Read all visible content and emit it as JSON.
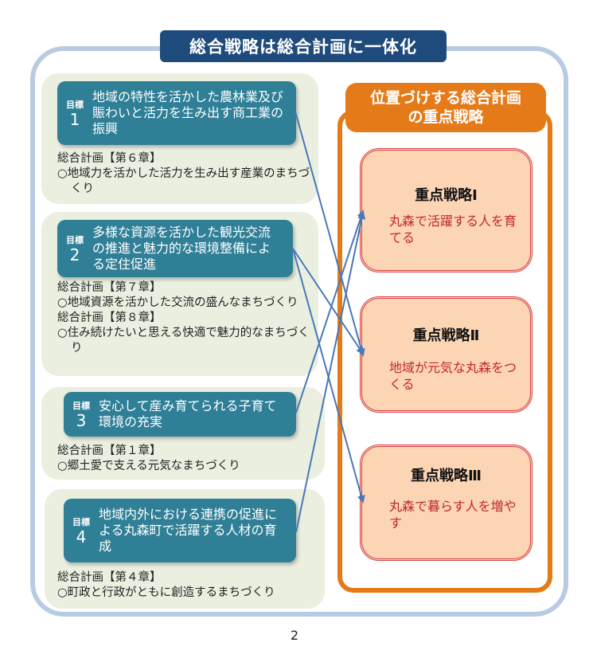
{
  "title": "総合戦略は総合計画に一体化",
  "goals": [
    {
      "label": "目標",
      "number": "1",
      "text": "地域の特性を活かした農林業及び賑わいと活力を生み出す商工業の振興",
      "plans": [
        {
          "heading": "総合計画【第６章】",
          "item": "○地域力を活かした活力を生み出す産業のまちづくり"
        }
      ],
      "links_to": [
        "Ⅱ"
      ]
    },
    {
      "label": "目標",
      "number": "2",
      "text": "多様な資源を活かした観光交流の推進と魅力的な環境整備による定住促進",
      "plans": [
        {
          "heading": "総合計画【第７章】",
          "item": "○地域資源を活かした交流の盛んなまちづくり"
        },
        {
          "heading": "総合計画【第８章】",
          "item": "○住み続けたいと思える快適で魅力的なまちづくり"
        }
      ],
      "links_to": [
        "Ⅱ",
        "Ⅲ"
      ]
    },
    {
      "label": "目標",
      "number": "3",
      "text": "安心して産み育てられる子育て環境の充実",
      "plans": [
        {
          "heading": "総合計画【第１章】",
          "item": "○郷土愛で支える元気なまちづくり"
        }
      ],
      "links_to": [
        "Ⅰ"
      ]
    },
    {
      "label": "目標",
      "number": "4",
      "text": "地域内外における連携の促進による丸森町で活躍する人材の育成",
      "plans": [
        {
          "heading": "総合計画【第４章】",
          "item": "○町政と行政がともに創造するまちづくり"
        }
      ],
      "links_to": [
        "Ⅰ"
      ]
    }
  ],
  "strategy_panel": {
    "title": "位置づけする総合計画の重点戦略",
    "title_line1": "位置づけする総合計画",
    "title_line2": "の重点戦略",
    "strategies": [
      {
        "name": "重点戦略Ⅰ",
        "desc": "丸森で活躍する人を育てる"
      },
      {
        "name": "重点戦略Ⅱ",
        "desc": "地域が元気な丸森をつくる"
      },
      {
        "name": "重点戦略Ⅲ",
        "desc": "丸森で暮らす人を増やす"
      }
    ]
  },
  "colors": {
    "title_bg": "#1e4b7b",
    "goal_bg": "#2f7f97",
    "group_bg": "#eaefe0",
    "outer_border": "#b9cbe4",
    "orange": "#e57a18",
    "strategy_bg": "#fcd5b5",
    "strategy_border": "#d9404a",
    "strategy_text": "#c0282e",
    "arrow": "#4a78b8"
  },
  "page_number": "2"
}
